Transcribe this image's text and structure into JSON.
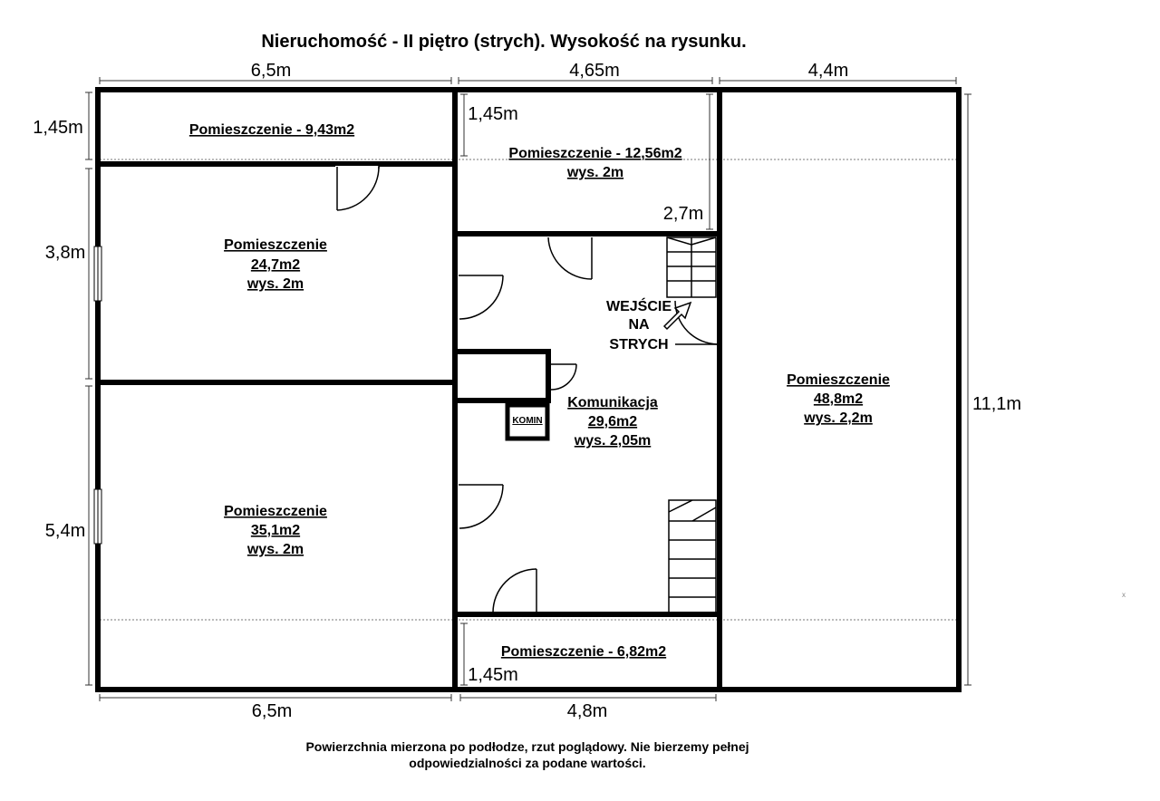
{
  "title": "Nieruchomość - II piętro (strych). Wysokość na rysunku.",
  "dims": {
    "top_left": "6,5m",
    "top_mid": "4,65m",
    "top_right": "4,4m",
    "left_a": "1,45m",
    "left_b": "3,8m",
    "left_c": "5,4m",
    "right": "11,1m",
    "inner_top": "1,45m",
    "inner_27": "2,7m",
    "inner_bottom": "1,45m",
    "bottom_left": "6,5m",
    "bottom_mid": "4,8m"
  },
  "rooms": {
    "r943": "Pomieszczenie - 9,43m2",
    "r1256": "Pomieszczenie - 12,56m2",
    "r1256_h": "wys. 2m",
    "r247_a": "Pomieszczenie",
    "r247_b": "24,7m2",
    "r247_c": "wys. 2m",
    "r351_a": "Pomieszczenie",
    "r351_b": "35,1m2",
    "r351_c": "wys. 2m",
    "r488_a": "Pomieszczenie",
    "r488_b": "48,8m2",
    "r488_c": "wys. 2,2m",
    "kom_a": "Komunikacja",
    "kom_b": "29,6m2",
    "kom_c": "wys. 2,05m",
    "r682": "Pomieszczenie - 6,82m2",
    "entry_a": "WEJŚCIE",
    "entry_b": "NA",
    "entry_c": "STRYCH",
    "komin": "KOMIN"
  },
  "footer": {
    "line1": "Powierzchnia mierzona po podłodze, rzut poglądowy. Nie bierzemy pełnej",
    "line2": "odpowiedzialności za podane wartości."
  },
  "stray_mark": "x"
}
